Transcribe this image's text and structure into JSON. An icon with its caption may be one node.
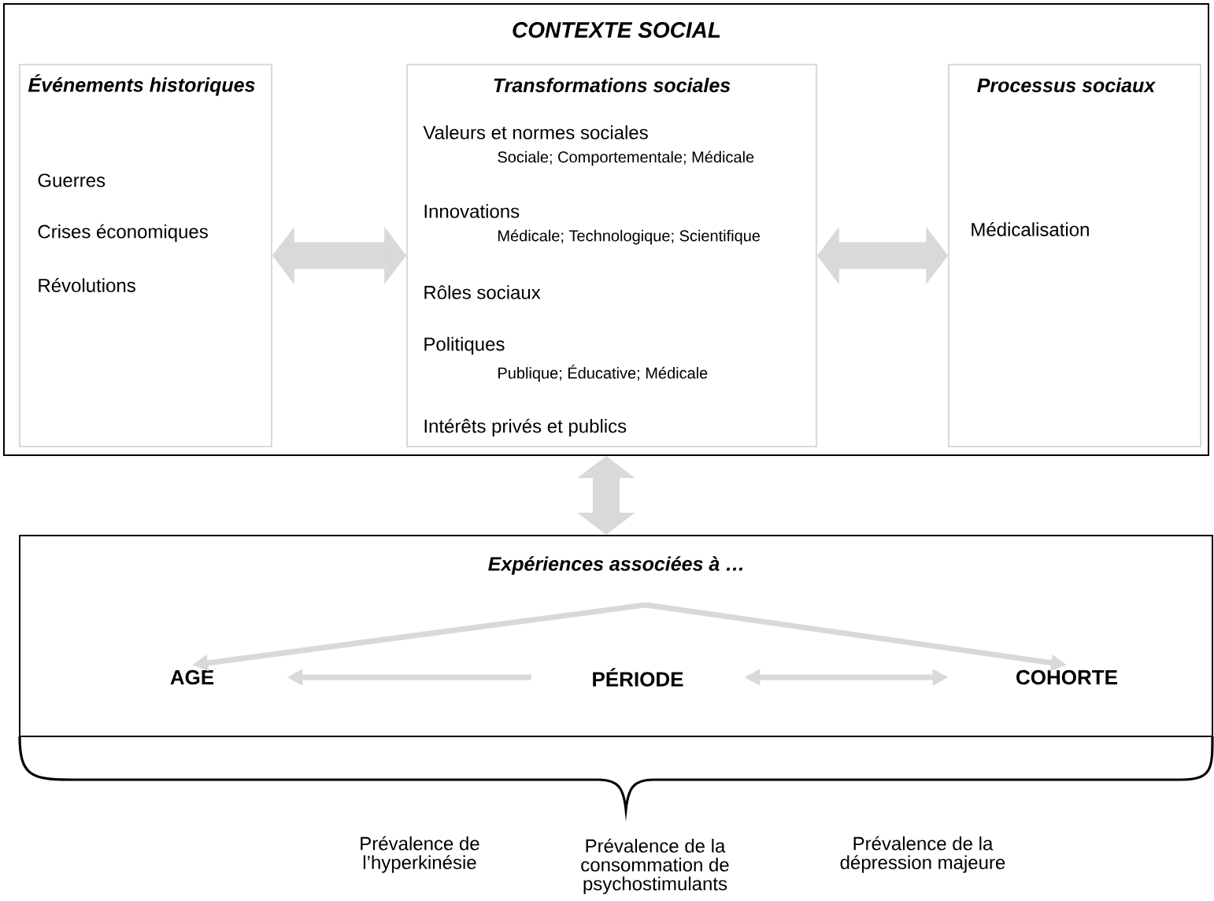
{
  "diagram": {
    "nodes": [
      {
        "text": [
          "CONTEXTE SOCIAL"
        ]
      },
      {
        "text": [
          "Événements historiques",
          "Guerres",
          "Crises économiques",
          "Révolutions"
        ],
        "in": 0
      },
      {
        "text": [
          "Transformations sociales",
          "Valeurs et normes sociales",
          "Sociale; Comportementale; Médicale",
          "Innovations",
          "Médicale; Technologique; Scientifique",
          "Rôles sociaux",
          "Politiques",
          "Publique; Éducative; Médicale",
          "Intérêts privés et publics"
        ],
        "in": 0
      },
      {
        "text": [
          "Processus sociaux",
          "Médicalisation"
        ],
        "in": 0
      },
      {
        "text": [
          "Expériences associées à …"
        ]
      },
      {
        "text": [
          "AGE"
        ],
        "in": 4
      },
      {
        "text": [
          "PÉRIODE"
        ],
        "in": 4
      },
      {
        "text": [
          "COHORTE"
        ],
        "in": 4
      }
    ],
    "edges": [
      {
        "from": 1,
        "to": 2,
        "arrow": "both",
        "style": "thick"
      },
      {
        "from": 2,
        "to": 3,
        "arrow": "both",
        "style": "thick"
      },
      {
        "from": 0,
        "to": 4,
        "arrow": "both",
        "style": "thick"
      },
      {
        "from": null,
        "to": 5,
        "arrow": "to"
      },
      {
        "from": null,
        "to": 7,
        "arrow": "to"
      },
      {
        "from": 6,
        "to": 5,
        "arrow": "to"
      },
      {
        "from": 6,
        "to": 7,
        "arrow": "both"
      }
    ],
    "labels": [
      "Prévalence de l’hyperkinésie",
      "Prévalence de la consommation de psychostimulants",
      "Prévalence de la dépression majeure"
    ]
  }
}
